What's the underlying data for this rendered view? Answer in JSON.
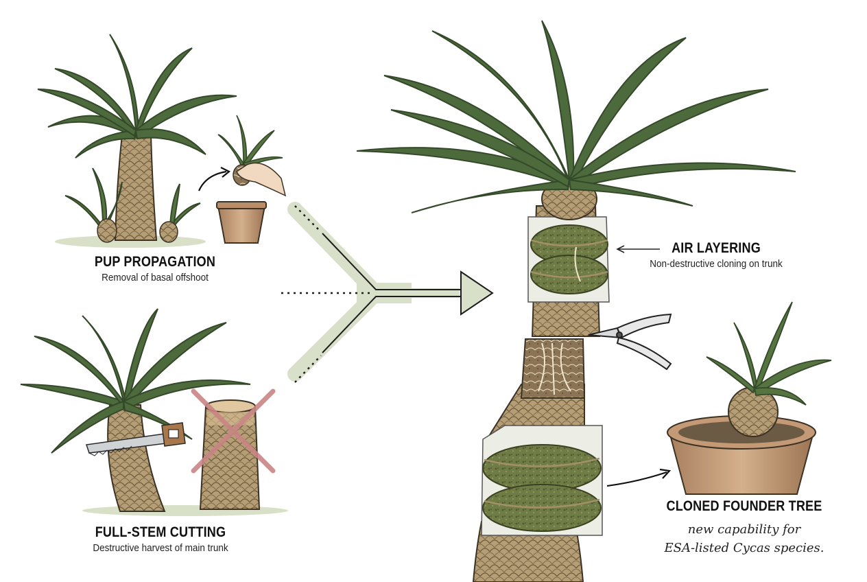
{
  "methods": {
    "pup": {
      "title": "PUP PROPAGATION",
      "subtitle": "Removal of basal offshoot"
    },
    "full_stem": {
      "title": "FULL-STEM CUTTING",
      "subtitle": "Destructive harvest of main trunk"
    },
    "air_layering": {
      "title": "AIR LAYERING",
      "subtitle": "Non-destructive cloning on trunk"
    },
    "cloned": {
      "title": "CLONED FOUNDER TREE",
      "note_line1": "new capability for",
      "note_line2": "ESA-listed Cycas species."
    }
  },
  "colors": {
    "frond": "#4d6a3c",
    "frond_dark": "#34492a",
    "trunk": "#a9936c",
    "trunk_dark": "#6e5b3d",
    "moss": "#6d7a43",
    "pot": "#c49a76",
    "arrow": "#d9e0c9",
    "cross": "#c98585"
  }
}
